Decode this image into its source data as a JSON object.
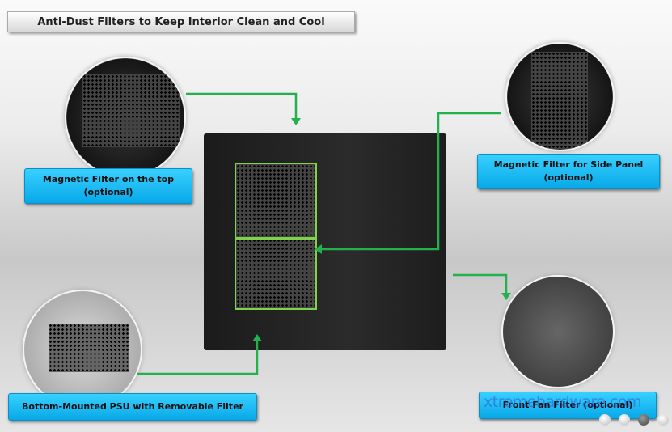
{
  "title": "Anti-Dust Filters to Keep Interior Clean and Cool",
  "labels": {
    "top": "Magnetic Filter on the top\n(optional)",
    "side": "Magnetic Filter for Side Panel\n(optional)",
    "psu": "Bottom-Mounted PSU with Removable Filter",
    "front": "Front Fan Filter (optional)"
  },
  "watermark": "xtremehardware.com",
  "colors": {
    "label": "#08a8e8",
    "arrow": "#22b14c",
    "fan_outline": "#7fd34a"
  }
}
